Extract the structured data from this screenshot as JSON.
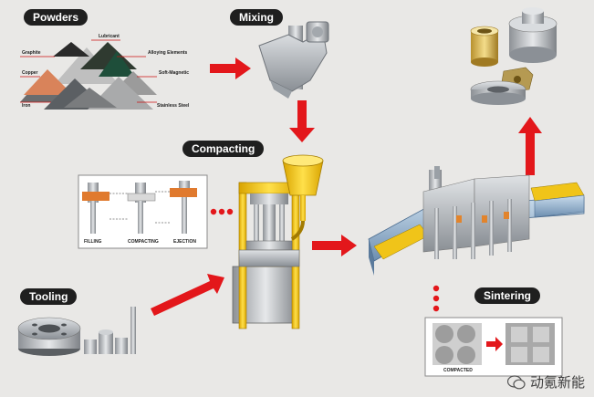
{
  "stages": {
    "powders": "Powders",
    "mixing": "Mixing",
    "compacting": "Compacting",
    "tooling": "Tooling",
    "sintering": "Sintering"
  },
  "powder_types": {
    "graphite": "Graphite",
    "lubricant": "Lubricant",
    "alloying": "Alloying Elements",
    "copper": "Copper",
    "soft_magnetic": "Soft-Magnetic",
    "iron": "Iron",
    "stainless": "Stainless Steel"
  },
  "compacting_steps": [
    "FILLING",
    "COMPACTING",
    "EJECTION"
  ],
  "sintering_inset": "COMPACTED",
  "watermark": "动氪新能",
  "colors": {
    "arrow": "#e3171b",
    "press_yellow": "#f2c21a",
    "label_bg": "#1f1f1f",
    "background": "#e9e8e6"
  }
}
